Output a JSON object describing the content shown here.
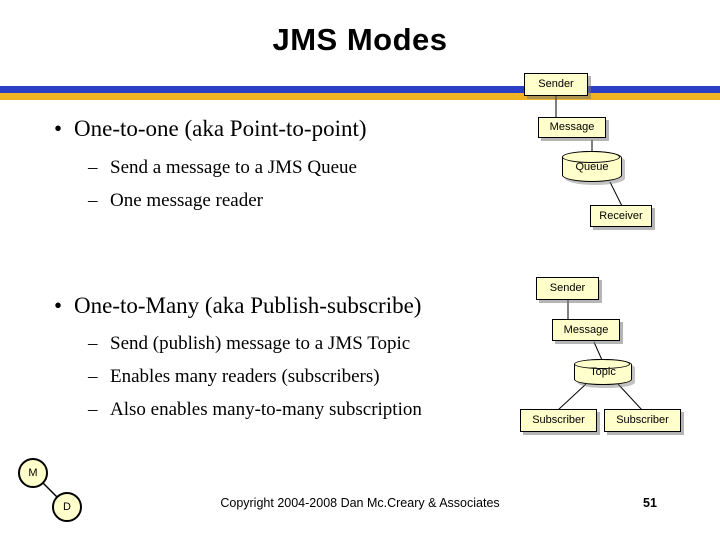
{
  "slide": {
    "title": "JMS Modes",
    "footer": "Copyright 2004-2008 Dan Mc.Creary & Associates",
    "page_number": "51",
    "logo": {
      "top_letter": "M",
      "bottom_letter": "D"
    },
    "colors": {
      "rule_blue": "#2b3fc4",
      "rule_gold": "#f0b323",
      "box_fill": "#ffffcc"
    }
  },
  "bullets": [
    {
      "text": "One-to-one (aka Point-to-point)",
      "marker": "•",
      "sub": [
        {
          "marker": "–",
          "text": "Send a message to a JMS Queue"
        },
        {
          "marker": "–",
          "text": "One message reader"
        }
      ]
    },
    {
      "text": "One-to-Many (aka Publish-subscribe)",
      "marker": "•",
      "sub": [
        {
          "marker": "–",
          "text": "Send (publish) message to a JMS Topic"
        },
        {
          "marker": "–",
          "text": "Enables many readers (subscribers)"
        },
        {
          "marker": "–",
          "text": "Also enables many-to-many subscription"
        }
      ]
    }
  ],
  "diagram_top": {
    "sender": "Sender",
    "message": "Message",
    "queue": "Queue",
    "receiver": "Receiver"
  },
  "diagram_bottom": {
    "sender": "Sender",
    "message": "Message",
    "topic": "Topic",
    "subscriber_left": "Subscriber",
    "subscriber_right": "Subscriber"
  }
}
